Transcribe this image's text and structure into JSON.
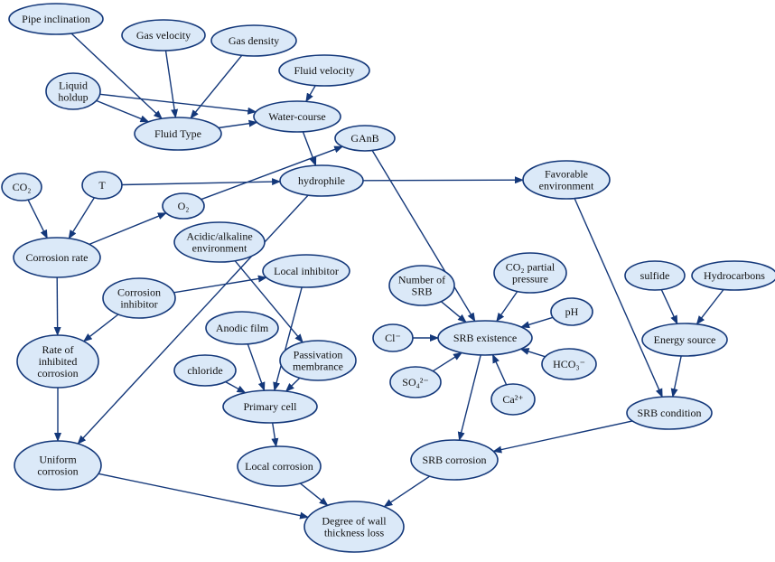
{
  "nodes": [
    {
      "id": "pipe_inclination",
      "lines": [
        "Pipe inclination"
      ]
    },
    {
      "id": "gas_velocity",
      "lines": [
        "Gas velocity"
      ]
    },
    {
      "id": "gas_density",
      "lines": [
        "Gas density"
      ]
    },
    {
      "id": "fluid_velocity",
      "lines": [
        "Fluid velocity"
      ]
    },
    {
      "id": "liquid_holdup",
      "lines": [
        "Liquid",
        "holdup"
      ]
    },
    {
      "id": "fluid_type",
      "lines": [
        "Fluid Type"
      ]
    },
    {
      "id": "water_course",
      "lines": [
        "Water-course"
      ]
    },
    {
      "id": "ganb",
      "lines": [
        "GAnB"
      ]
    },
    {
      "id": "co2",
      "lines": [
        "CO₂"
      ]
    },
    {
      "id": "t",
      "lines": [
        "T"
      ]
    },
    {
      "id": "hydrophile",
      "lines": [
        "hydrophile"
      ]
    },
    {
      "id": "favorable_env",
      "lines": [
        "Favorable",
        "environment"
      ]
    },
    {
      "id": "o2",
      "lines": [
        "O₂"
      ]
    },
    {
      "id": "corrosion_rate",
      "lines": [
        "Corrosion rate"
      ]
    },
    {
      "id": "acid_alk_env",
      "lines": [
        "Acidic/alkaline",
        "environment"
      ]
    },
    {
      "id": "local_inhibitor",
      "lines": [
        "Local inhibitor"
      ]
    },
    {
      "id": "corrosion_inhibitor",
      "lines": [
        "Corrosion",
        "inhibitor"
      ]
    },
    {
      "id": "number_srb",
      "lines": [
        "Number of",
        "SRB"
      ]
    },
    {
      "id": "co2_pressure",
      "lines": [
        "CO₂ partial",
        "pressure"
      ]
    },
    {
      "id": "sulfide",
      "lines": [
        "sulfide"
      ]
    },
    {
      "id": "hydrocarbons",
      "lines": [
        "Hydrocarbons"
      ]
    },
    {
      "id": "ph",
      "lines": [
        "pH"
      ]
    },
    {
      "id": "rate_inhibited",
      "lines": [
        "Rate of",
        "inhibited",
        "corrosion"
      ]
    },
    {
      "id": "anodic_film",
      "lines": [
        "Anodic film"
      ]
    },
    {
      "id": "passivation",
      "lines": [
        "Passivation",
        "membrance"
      ]
    },
    {
      "id": "cl_ion",
      "lines": [
        "Cl⁻"
      ]
    },
    {
      "id": "srb_existence",
      "lines": [
        "SRB existence"
      ]
    },
    {
      "id": "energy_source",
      "lines": [
        "Energy source"
      ]
    },
    {
      "id": "chloride",
      "lines": [
        "chloride"
      ]
    },
    {
      "id": "so4",
      "lines": [
        "SO₄²⁻"
      ]
    },
    {
      "id": "hco3",
      "lines": [
        "HCO₃⁻"
      ]
    },
    {
      "id": "primary_cell",
      "lines": [
        "Primary cell"
      ]
    },
    {
      "id": "ca2",
      "lines": [
        "Ca²⁺"
      ]
    },
    {
      "id": "srb_condition",
      "lines": [
        "SRB condition"
      ]
    },
    {
      "id": "uniform_corrosion",
      "lines": [
        "Uniform",
        "corrosion"
      ]
    },
    {
      "id": "local_corrosion",
      "lines": [
        "Local corrosion"
      ]
    },
    {
      "id": "srb_corrosion",
      "lines": [
        "SRB corrosion"
      ]
    },
    {
      "id": "wall_loss",
      "lines": [
        "Degree of wall",
        "thickness loss"
      ]
    }
  ],
  "edges": [
    [
      "pipe_inclination",
      "fluid_type"
    ],
    [
      "gas_velocity",
      "fluid_type"
    ],
    [
      "gas_density",
      "fluid_type"
    ],
    [
      "fluid_velocity",
      "water_course"
    ],
    [
      "liquid_holdup",
      "fluid_type"
    ],
    [
      "liquid_holdup",
      "water_course"
    ],
    [
      "fluid_type",
      "water_course"
    ],
    [
      "water_course",
      "hydrophile"
    ],
    [
      "co2",
      "corrosion_rate"
    ],
    [
      "t",
      "corrosion_rate"
    ],
    [
      "t",
      "hydrophile"
    ],
    [
      "corrosion_rate",
      "o2"
    ],
    [
      "o2",
      "ganb"
    ],
    [
      "ganb",
      "srb_existence"
    ],
    [
      "hydrophile",
      "favorable_env"
    ],
    [
      "hydrophile",
      "uniform_corrosion"
    ],
    [
      "favorable_env",
      "srb_condition"
    ],
    [
      "corrosion_rate",
      "rate_inhibited"
    ],
    [
      "corrosion_inhibitor",
      "rate_inhibited"
    ],
    [
      "corrosion_inhibitor",
      "local_inhibitor"
    ],
    [
      "local_inhibitor",
      "primary_cell"
    ],
    [
      "acid_alk_env",
      "passivation"
    ],
    [
      "anodic_film",
      "primary_cell"
    ],
    [
      "passivation",
      "primary_cell"
    ],
    [
      "chloride",
      "primary_cell"
    ],
    [
      "primary_cell",
      "local_corrosion"
    ],
    [
      "rate_inhibited",
      "uniform_corrosion"
    ],
    [
      "number_srb",
      "srb_existence"
    ],
    [
      "co2_pressure",
      "srb_existence"
    ],
    [
      "ph",
      "srb_existence"
    ],
    [
      "cl_ion",
      "srb_existence"
    ],
    [
      "so4",
      "srb_existence"
    ],
    [
      "ca2",
      "srb_existence"
    ],
    [
      "hco3",
      "srb_existence"
    ],
    [
      "srb_existence",
      "srb_corrosion"
    ],
    [
      "sulfide",
      "energy_source"
    ],
    [
      "hydrocarbons",
      "energy_source"
    ],
    [
      "energy_source",
      "srb_condition"
    ],
    [
      "srb_condition",
      "srb_corrosion"
    ],
    [
      "uniform_corrosion",
      "wall_loss"
    ],
    [
      "local_corrosion",
      "wall_loss"
    ],
    [
      "srb_corrosion",
      "wall_loss"
    ]
  ]
}
